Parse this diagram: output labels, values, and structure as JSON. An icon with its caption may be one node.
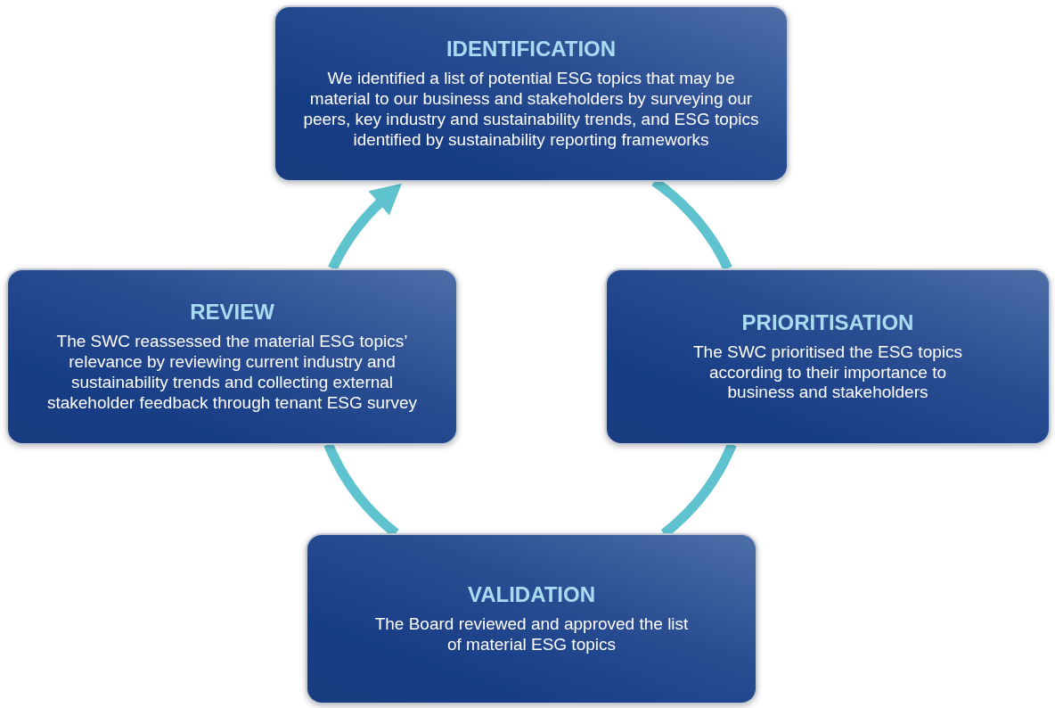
{
  "diagram": {
    "nodes": [
      {
        "text": [
          "IDENTIFICATION",
          "We identified a list of potential ESG topics that may be material to our business and stakeholders by surveying our peers, key industry and sustainability trends, and ESG topics identified by sustainability reporting frameworks"
        ]
      },
      {
        "text": [
          "PRIORITISATION",
          "The SWC prioritised the ESG topics according to their importance to business and stakeholders"
        ]
      },
      {
        "text": [
          "VALIDATION",
          "The Board reviewed and approved the list of material ESG topics"
        ]
      },
      {
        "text": [
          "REVIEW",
          "The SWC reassessed the material ESG topics’ relevance by reviewing current industry and sustainability trends and collecting external stakeholder feedback through tenant ESG survey"
        ]
      }
    ],
    "edges": [
      {
        "from": 0,
        "to": 1,
        "arrow": "none"
      },
      {
        "from": 1,
        "to": 2,
        "arrow": "none"
      },
      {
        "from": 2,
        "to": 3,
        "arrow": "none"
      },
      {
        "from": 3,
        "to": 0,
        "arrow": "to"
      }
    ]
  }
}
